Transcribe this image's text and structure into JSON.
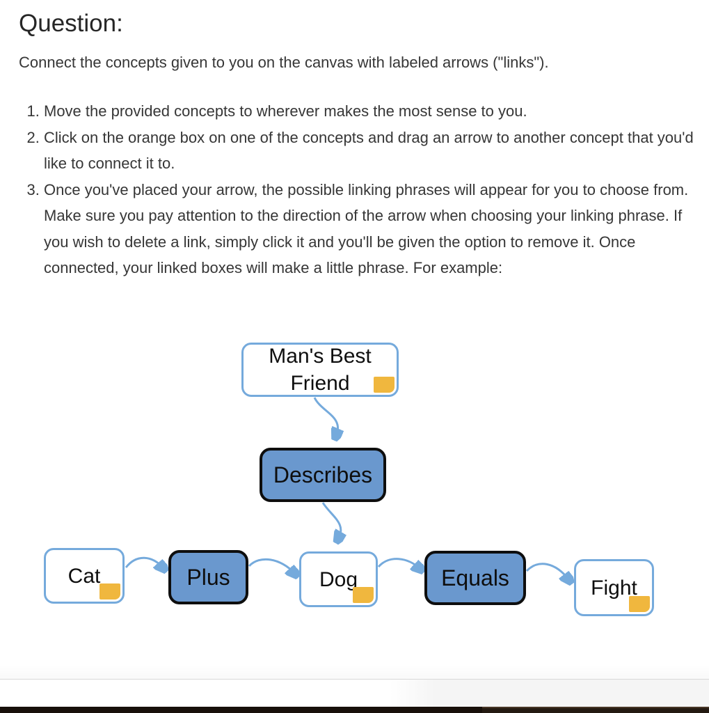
{
  "page": {
    "title": "Question:",
    "intro": "Connect the concepts given to you on the canvas with labeled arrows (\"links\").",
    "instructions": [
      "Move the provided concepts to wherever makes the most sense to you.",
      "Click on the orange box on one of the concepts and drag an arrow to another concept that you'd like to connect it to.",
      "Once you've placed your arrow, the possible linking phrases will appear for you to choose from. Make sure you pay attention to the direction of the arrow when choosing your linking phrase. If you wish to delete a link, simply click it and you'll be given the option to remove it. Once connected, your linked boxes will make a little phrase. For example:"
    ]
  },
  "diagram": {
    "concept_nodes": [
      {
        "label": "Man's Best Friend"
      },
      {
        "label": "Cat"
      },
      {
        "label": "Dog"
      },
      {
        "label": "Fight"
      }
    ],
    "link_nodes": [
      {
        "label": "Describes"
      },
      {
        "label": "Plus"
      },
      {
        "label": "Equals"
      }
    ],
    "links": [
      {
        "from": "Man's Best Friend",
        "to": "Describes"
      },
      {
        "from": "Describes",
        "to": "Dog"
      },
      {
        "from": "Cat",
        "to": "Plus"
      },
      {
        "from": "Plus",
        "to": "Dog"
      },
      {
        "from": "Dog",
        "to": "Equals"
      },
      {
        "from": "Equals",
        "to": "Fight"
      }
    ],
    "colors": {
      "concept_border_blue": "#75aadc",
      "link_fill_blue": "#6a98ce",
      "link_border_black": "#0e0e0e",
      "drag_handle_orange": "#f0b73e",
      "arrow_blue": "#75aadc"
    }
  }
}
